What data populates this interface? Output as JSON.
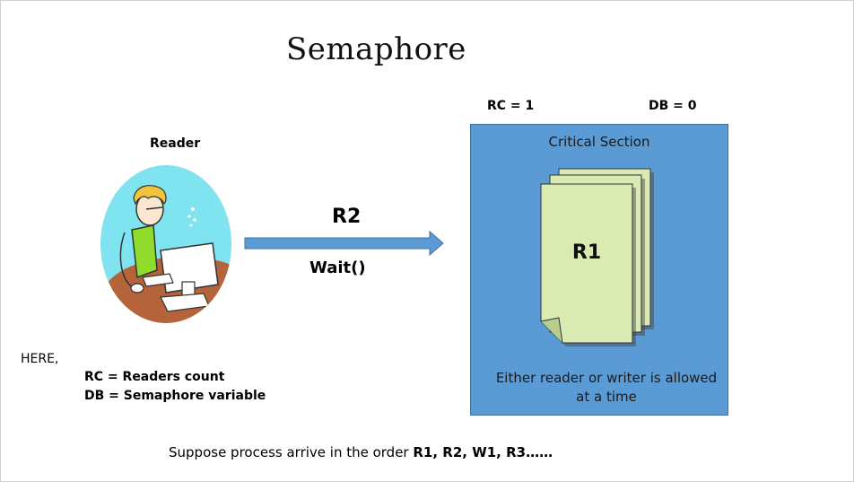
{
  "slide": {
    "title": "Semaphore",
    "reader_label": "Reader",
    "rc_value": "RC = 1",
    "db_value": "DB = 0",
    "critical_section": {
      "title": "Critical Section",
      "current_process": "R1",
      "note": "Either reader or writer is allowed at a time"
    },
    "arrow": {
      "process": "R2",
      "operation": "Wait()"
    },
    "legend": {
      "intro": "HERE,",
      "items": [
        "RC = Readers count",
        "DB = Semaphore variable"
      ]
    },
    "footer": {
      "text": "Suppose process arrive in the order ",
      "order": "R1, R2, W1, R3……"
    }
  },
  "colors": {
    "critical_section_fill": "#5b9bd5",
    "document_fill": "#d9eab2",
    "arrow_fill": "#5b9bd5",
    "clipart_background": "#7fe3f0"
  }
}
